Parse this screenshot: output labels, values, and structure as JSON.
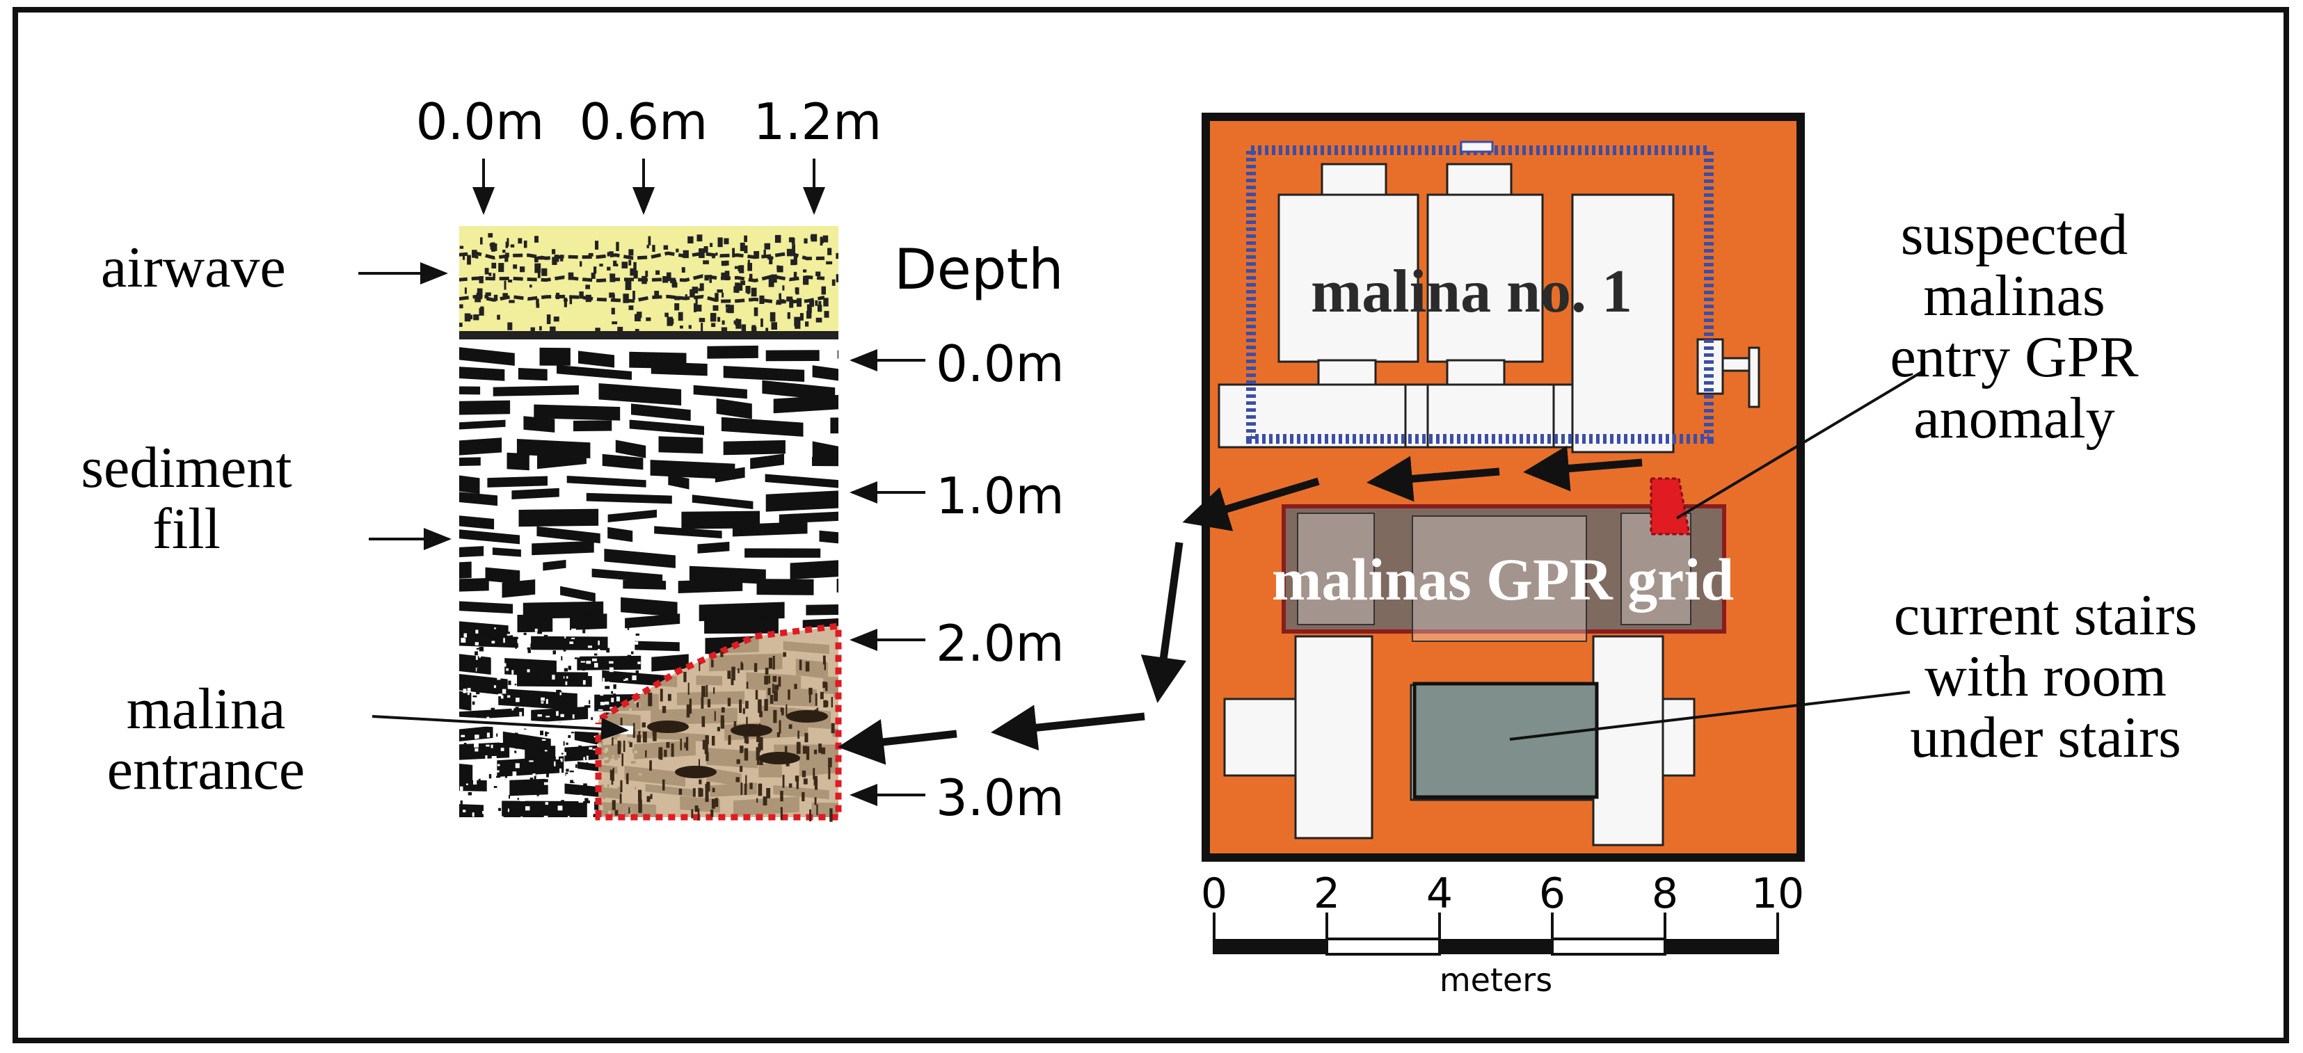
{
  "profile": {
    "top_ticks": [
      "0.0m",
      "0.6m",
      "1.2m"
    ],
    "depth_title": "Depth",
    "depth_ticks": [
      "0.0m",
      "1.0m",
      "2.0m",
      "3.0m"
    ],
    "labels": {
      "airwave": "airwave",
      "sediment": [
        "sediment",
        "fill"
      ],
      "malina": [
        "malina",
        "entrance"
      ]
    }
  },
  "plan": {
    "room_label": "malina no. 1",
    "grid_label": "malinas GPR grid",
    "anomaly_label": [
      "suspected",
      "malinas",
      "entry GPR",
      "anomaly"
    ],
    "stairs_label": [
      "current stairs",
      "with room",
      "under stairs"
    ]
  },
  "scale": {
    "ticks": [
      "0",
      "2",
      "4",
      "6",
      "8",
      "10"
    ],
    "unit": "meters"
  },
  "colors": {
    "orange": "#e86f2a",
    "airwave": "#f1ee9c",
    "entrance_fill": "#c9ad8a",
    "anomaly_red": "#e01b22",
    "grid_gray": "#6f6a68",
    "stairs_gray": "#7f8f8b",
    "room_outline_blue": "#3b4ea8"
  }
}
